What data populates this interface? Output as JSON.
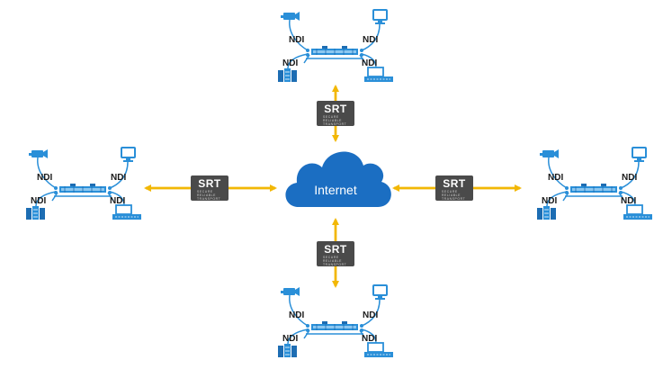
{
  "cloud": {
    "label": "Internet",
    "color": "#1b6ec2"
  },
  "srt": {
    "word": "SRT",
    "lines": [
      "SECURE",
      "RELIABLE",
      "TRANSPORT"
    ],
    "box_color": "#4a4a4a"
  },
  "link_label": "NDI",
  "colors": {
    "arrow": "#f2b705",
    "device": "#2a8fd8",
    "device_dark": "#1d6db3"
  },
  "clusters": [
    {
      "id": "top",
      "devices": [
        "video-camera",
        "monitor",
        "server-rack",
        "production-switcher"
      ]
    },
    {
      "id": "left",
      "devices": [
        "video-camera",
        "monitor",
        "server-rack",
        "production-switcher"
      ]
    },
    {
      "id": "right",
      "devices": [
        "video-camera",
        "monitor",
        "server-rack",
        "production-switcher"
      ]
    },
    {
      "id": "bottom",
      "devices": [
        "video-camera",
        "monitor",
        "server-rack",
        "production-switcher"
      ]
    }
  ]
}
